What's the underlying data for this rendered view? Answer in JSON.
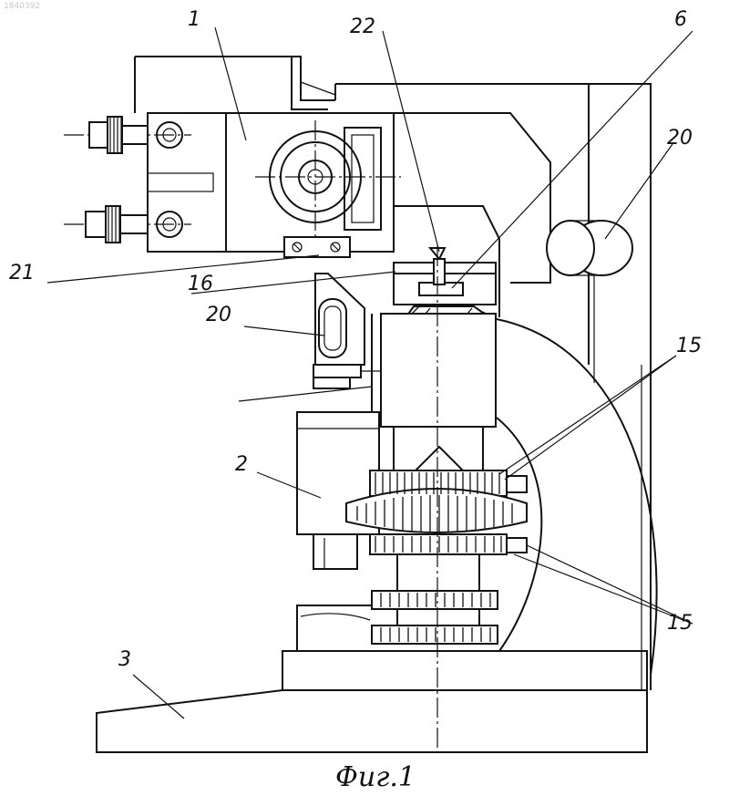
{
  "doc_id": "1840392",
  "caption": "Фиг.1",
  "labels": {
    "l1": "1",
    "l22": "22",
    "l6": "6",
    "l20a": "20",
    "l21": "21",
    "l16": "16",
    "l20b": "20",
    "l15a": "15",
    "l2": "2",
    "l15b": "15",
    "l3": "3"
  }
}
